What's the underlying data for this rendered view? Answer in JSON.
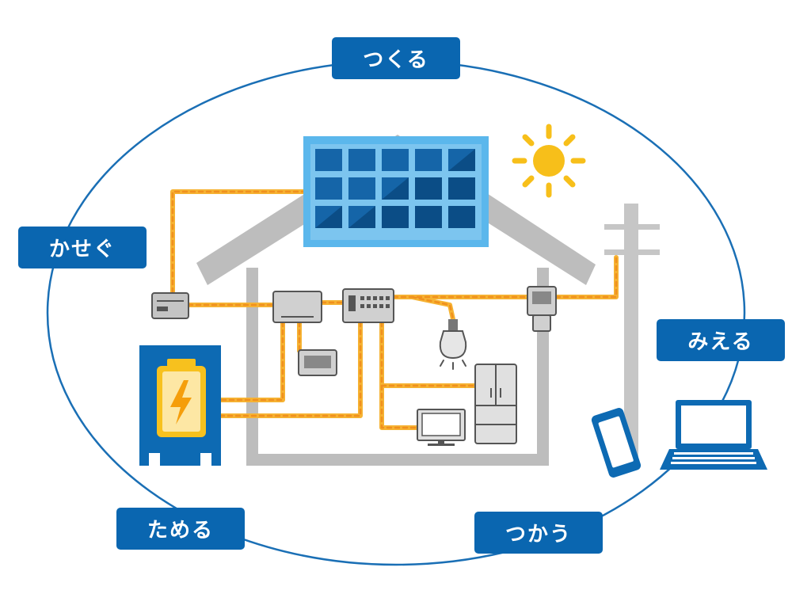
{
  "labels": {
    "tsukuru": "つくる",
    "kasegu": "かせぐ",
    "mieru": "みえる",
    "tameru": "ためる",
    "tsukau": "つかう"
  },
  "colors": {
    "label_bg": "#0a66b0",
    "ellipse": "#1a6fb5",
    "wire_fill": "#f6b333",
    "wire_dash": "#f0901e",
    "house": "#bdbdbd",
    "sun": "#f7bf1a",
    "battery": "#0d6ab3",
    "panel_frame": "#5bb7ec"
  },
  "icons": [
    "sun-icon",
    "solar-panel-icon",
    "power-conditioner-icon",
    "inverter-icon",
    "distribution-board-icon",
    "monitor-display-icon",
    "light-bulb-icon",
    "refrigerator-icon",
    "television-icon",
    "smart-meter-icon",
    "utility-pole-icon",
    "storage-battery-icon",
    "lightning-bolt-icon",
    "smartphone-icon",
    "laptop-icon"
  ]
}
